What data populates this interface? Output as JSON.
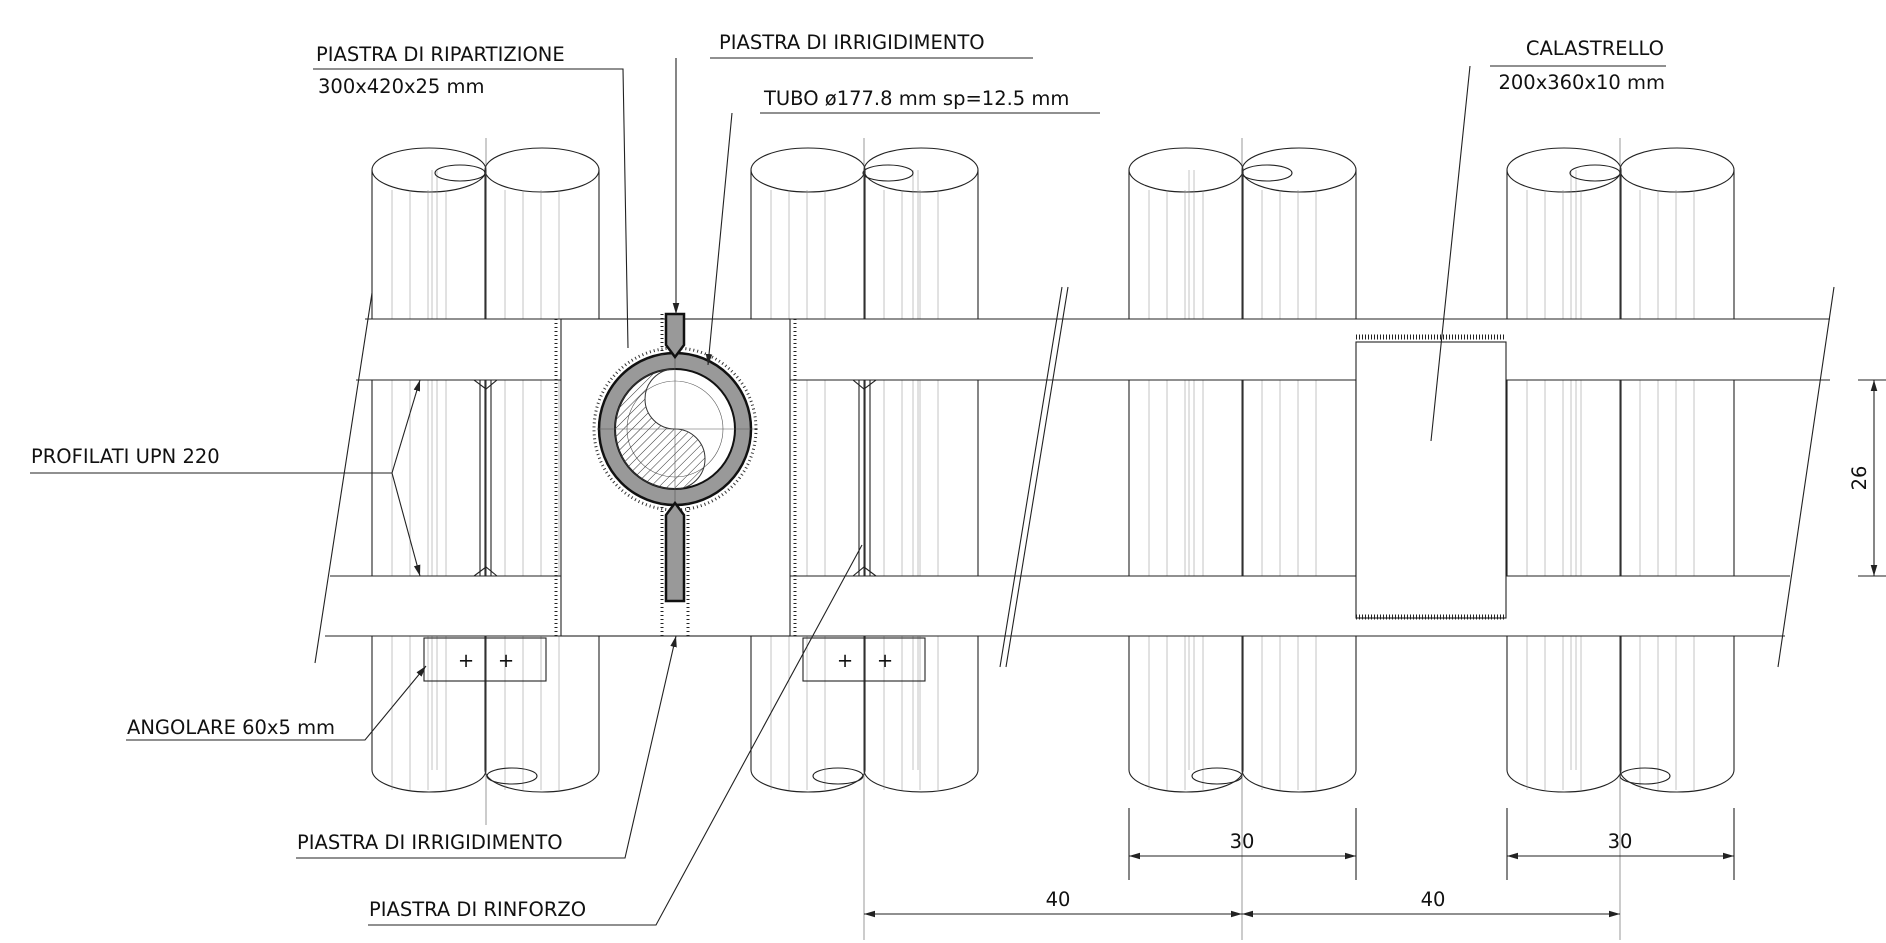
{
  "labels": {
    "piastra_ripartizione_title": "PIASTRA DI RIPARTIZIONE",
    "piastra_ripartizione_size": "300x420x25 mm",
    "piastra_irrigidimento_top": "PIASTRA DI IRRIGIDIMENTO",
    "tubo": "TUBO ø177.8  mm  sp=12.5 mm",
    "calastrello_title": "CALASTRELLO",
    "calastrello_size": "200x360x10 mm",
    "profilati": "PROFILATI UPN 220",
    "angolare": "ANGOLARE 60x5 mm",
    "piastra_irrigidimento_bottom": "PIASTRA DI IRRIGIDIMENTO",
    "piastra_rinforzo": "PIASTRA DI RINFORZO"
  },
  "dimensions": {
    "spacing_right_1": "30",
    "spacing_right_2": "30",
    "spacing_bottom_1": "40",
    "spacing_bottom_2": "40",
    "vertical": "26"
  }
}
